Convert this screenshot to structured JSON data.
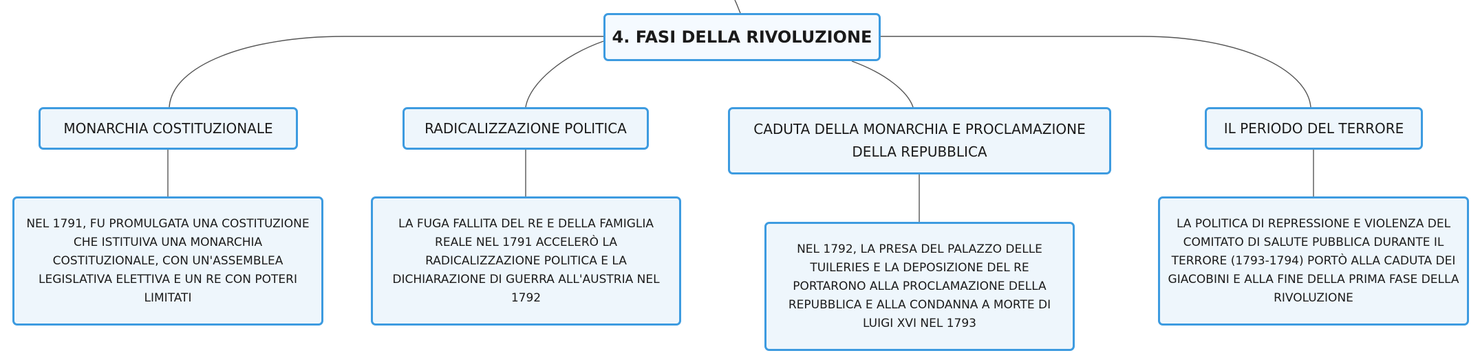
{
  "diagram": {
    "root": {
      "label": "4. FASI DELLA RIVOLUZIONE"
    },
    "branches": [
      {
        "label": "MONARCHIA COSTITUZIONALE",
        "detail": "NEL 1791, FU PROMULGATA UNA COSTITUZIONE CHE ISTITUIVA UNA MONARCHIA COSTITUZIONALE, CON UN'ASSEMBLEA LEGISLATIVA ELETTIVA E UN RE CON POTERI LIMITATI"
      },
      {
        "label": "RADICALIZZAZIONE POLITICA",
        "detail": "LA FUGA FALLITA DEL RE E DELLA FAMIGLIA REALE NEL 1791 ACCELERÒ LA RADICALIZZAZIONE POLITICA E LA DICHIARAZIONE DI GUERRA ALL'AUSTRIA NEL 1792"
      },
      {
        "label": "CADUTA DELLA MONARCHIA E PROCLAMAZIONE DELLA REPUBBLICA",
        "detail": "NEL 1792, LA PRESA DEL PALAZZO DELLE TUILERIES E LA DEPOSIZIONE DEL RE PORTARONO ALLA PROCLAMAZIONE DELLA REPUBBLICA E ALLA CONDANNA A MORTE DI LUIGI XVI NEL 1793"
      },
      {
        "label": "IL PERIODO DEL TERRORE",
        "detail": "LA POLITICA DI REPRESSIONE E VIOLENZA DEL COMITATO DI SALUTE PUBBLICA DURANTE IL TERRORE (1793-1794) PORTÒ ALLA CADUTA DEI GIACOBINI E ALLA FINE DELLA PRIMA FASE DELLA RIVOLUZIONE"
      }
    ]
  },
  "colors": {
    "node_border": "#3d9be0",
    "node_fill": "#eef6fc",
    "connector": "#555555",
    "text": "#1a1a1a"
  }
}
